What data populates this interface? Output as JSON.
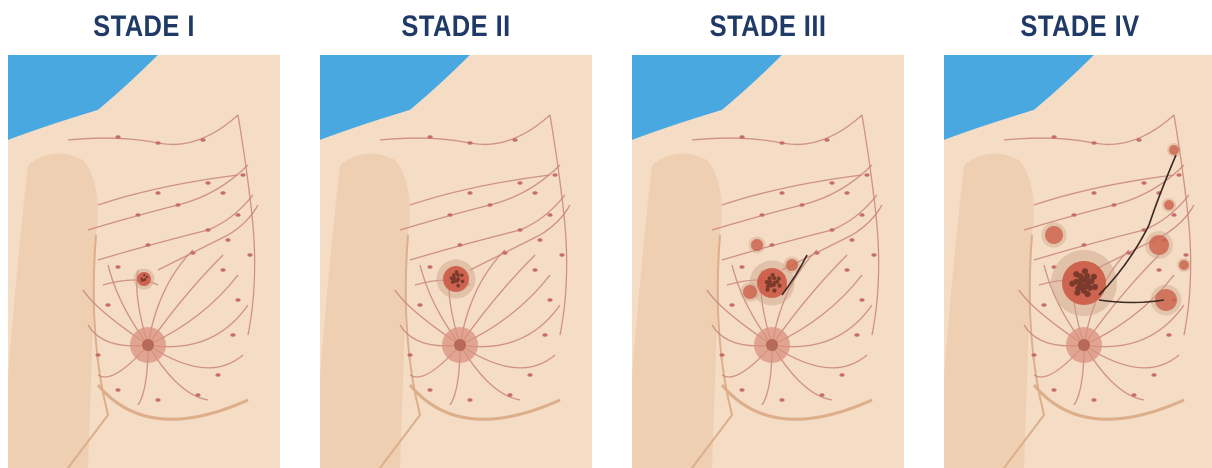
{
  "stages": [
    {
      "title": "STADE I",
      "level": 1
    },
    {
      "title": "STADE II",
      "level": 2
    },
    {
      "title": "STADE III",
      "level": 3
    },
    {
      "title": "STADE IV",
      "level": 4
    }
  ],
  "colors": {
    "background": "#4aa8e0",
    "skin": "#f5dcc4",
    "skin_shadow": "#e9c4a3",
    "vessel": "#c8847a",
    "node": "#c76d6a",
    "nipple": "#d9917f",
    "tumor": "#cc5a45",
    "tumor_dark": "#7a3a2c",
    "title": "#1f3a66"
  }
}
